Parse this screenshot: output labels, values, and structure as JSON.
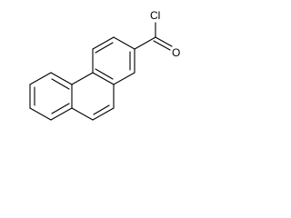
{
  "diagram": {
    "type": "chemical-structure",
    "atom_labels": {
      "chlorine": "Cl",
      "oxygen": "O"
    },
    "colors": {
      "bond": "#000000",
      "background": "#ffffff"
    }
  }
}
